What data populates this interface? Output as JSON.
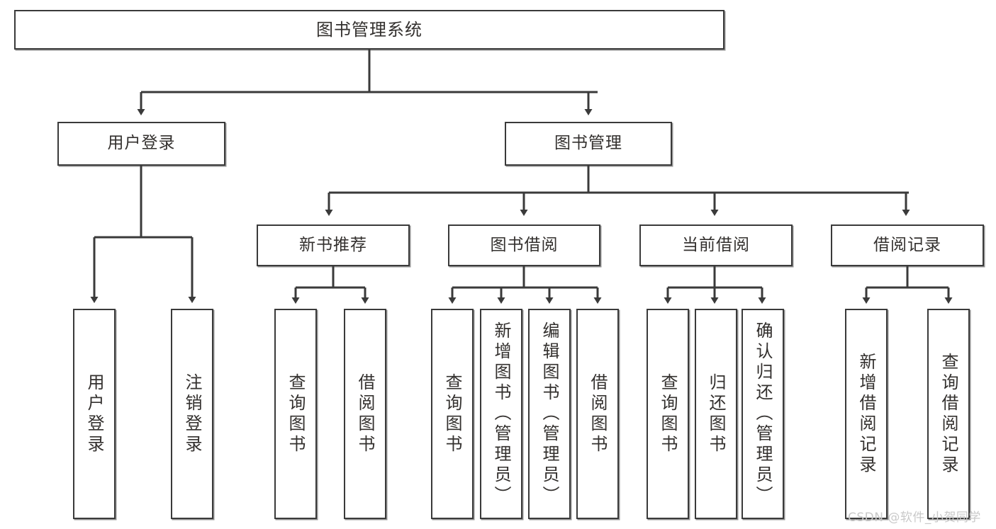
{
  "diagram": {
    "title": "图书管理系统",
    "type": "tree-hierarchy",
    "watermark": "CSDN @软件_小贺同学",
    "colors": {
      "box_border": "#3a3a3a",
      "box_fill": "#ffffff",
      "text": "#33302e",
      "connector": "#3a3a3a",
      "watermark": "#c9c9c9"
    },
    "nodes": {
      "root": {
        "label": "图书管理系统"
      },
      "level2": [
        {
          "id": "user-login",
          "label": "用户登录"
        },
        {
          "id": "book-manage",
          "label": "图书管理"
        }
      ],
      "level3": [
        {
          "id": "new-book-recommend",
          "label": "新书推荐"
        },
        {
          "id": "book-borrow",
          "label": "图书借阅"
        },
        {
          "id": "current-borrow",
          "label": "当前借阅"
        },
        {
          "id": "borrow-record",
          "label": "借阅记录"
        }
      ],
      "leaves": {
        "user-login": [
          {
            "id": "leaf-user-login",
            "label": "用户登录"
          },
          {
            "id": "leaf-logout-login",
            "label": "注销登录"
          }
        ],
        "new-book-recommend": [
          {
            "id": "leaf-query-book-1",
            "label": "查询图书"
          },
          {
            "id": "leaf-borrow-book-1",
            "label": "借阅图书"
          }
        ],
        "book-borrow": [
          {
            "id": "leaf-query-book-2",
            "label": "查询图书"
          },
          {
            "id": "leaf-add-book",
            "label": "新增图书（管理员）"
          },
          {
            "id": "leaf-edit-book",
            "label": "编辑图书（管理员）"
          },
          {
            "id": "leaf-borrow-book-2",
            "label": "借阅图书"
          }
        ],
        "current-borrow": [
          {
            "id": "leaf-query-book-3",
            "label": "查询图书"
          },
          {
            "id": "leaf-return-book",
            "label": "归还图书"
          },
          {
            "id": "leaf-confirm-return",
            "label": "确认归还（管理员）"
          }
        ],
        "borrow-record": [
          {
            "id": "leaf-add-record",
            "label": "新增借阅记录"
          },
          {
            "id": "leaf-query-record",
            "label": "查询借阅记录"
          }
        ]
      }
    }
  }
}
